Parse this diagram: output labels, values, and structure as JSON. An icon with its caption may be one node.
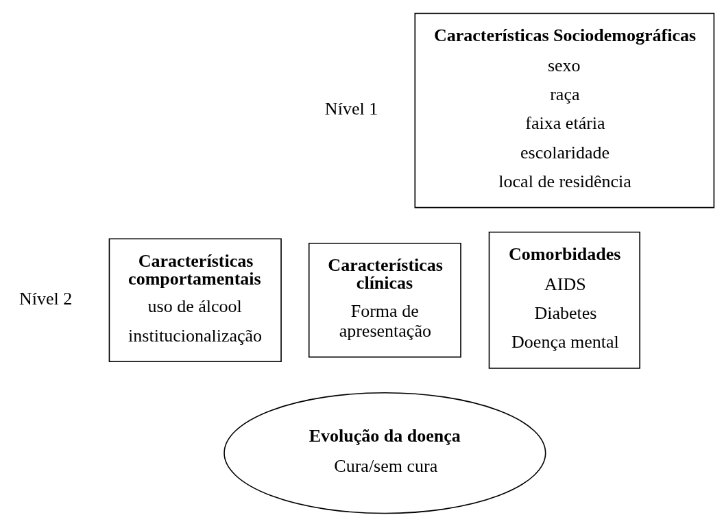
{
  "diagram": {
    "nodes": [
      {
        "text": [
          "Características Sociodemográficas",
          "sexo",
          "raça",
          "faixa etária",
          "escolaridade",
          "local de residência"
        ]
      },
      {
        "text": [
          "Características comportamentais",
          "uso de álcool",
          "institucionalização"
        ]
      },
      {
        "text": [
          "Características clínicas",
          "Forma de apresentação"
        ]
      },
      {
        "text": [
          "Comorbidades",
          "AIDS",
          "Diabetes",
          "Doença mental"
        ]
      },
      {
        "text": [
          "Evolução da doença",
          "Cura/sem cura"
        ]
      }
    ],
    "labels": [
      "Nível 1",
      "Nível 2"
    ]
  }
}
